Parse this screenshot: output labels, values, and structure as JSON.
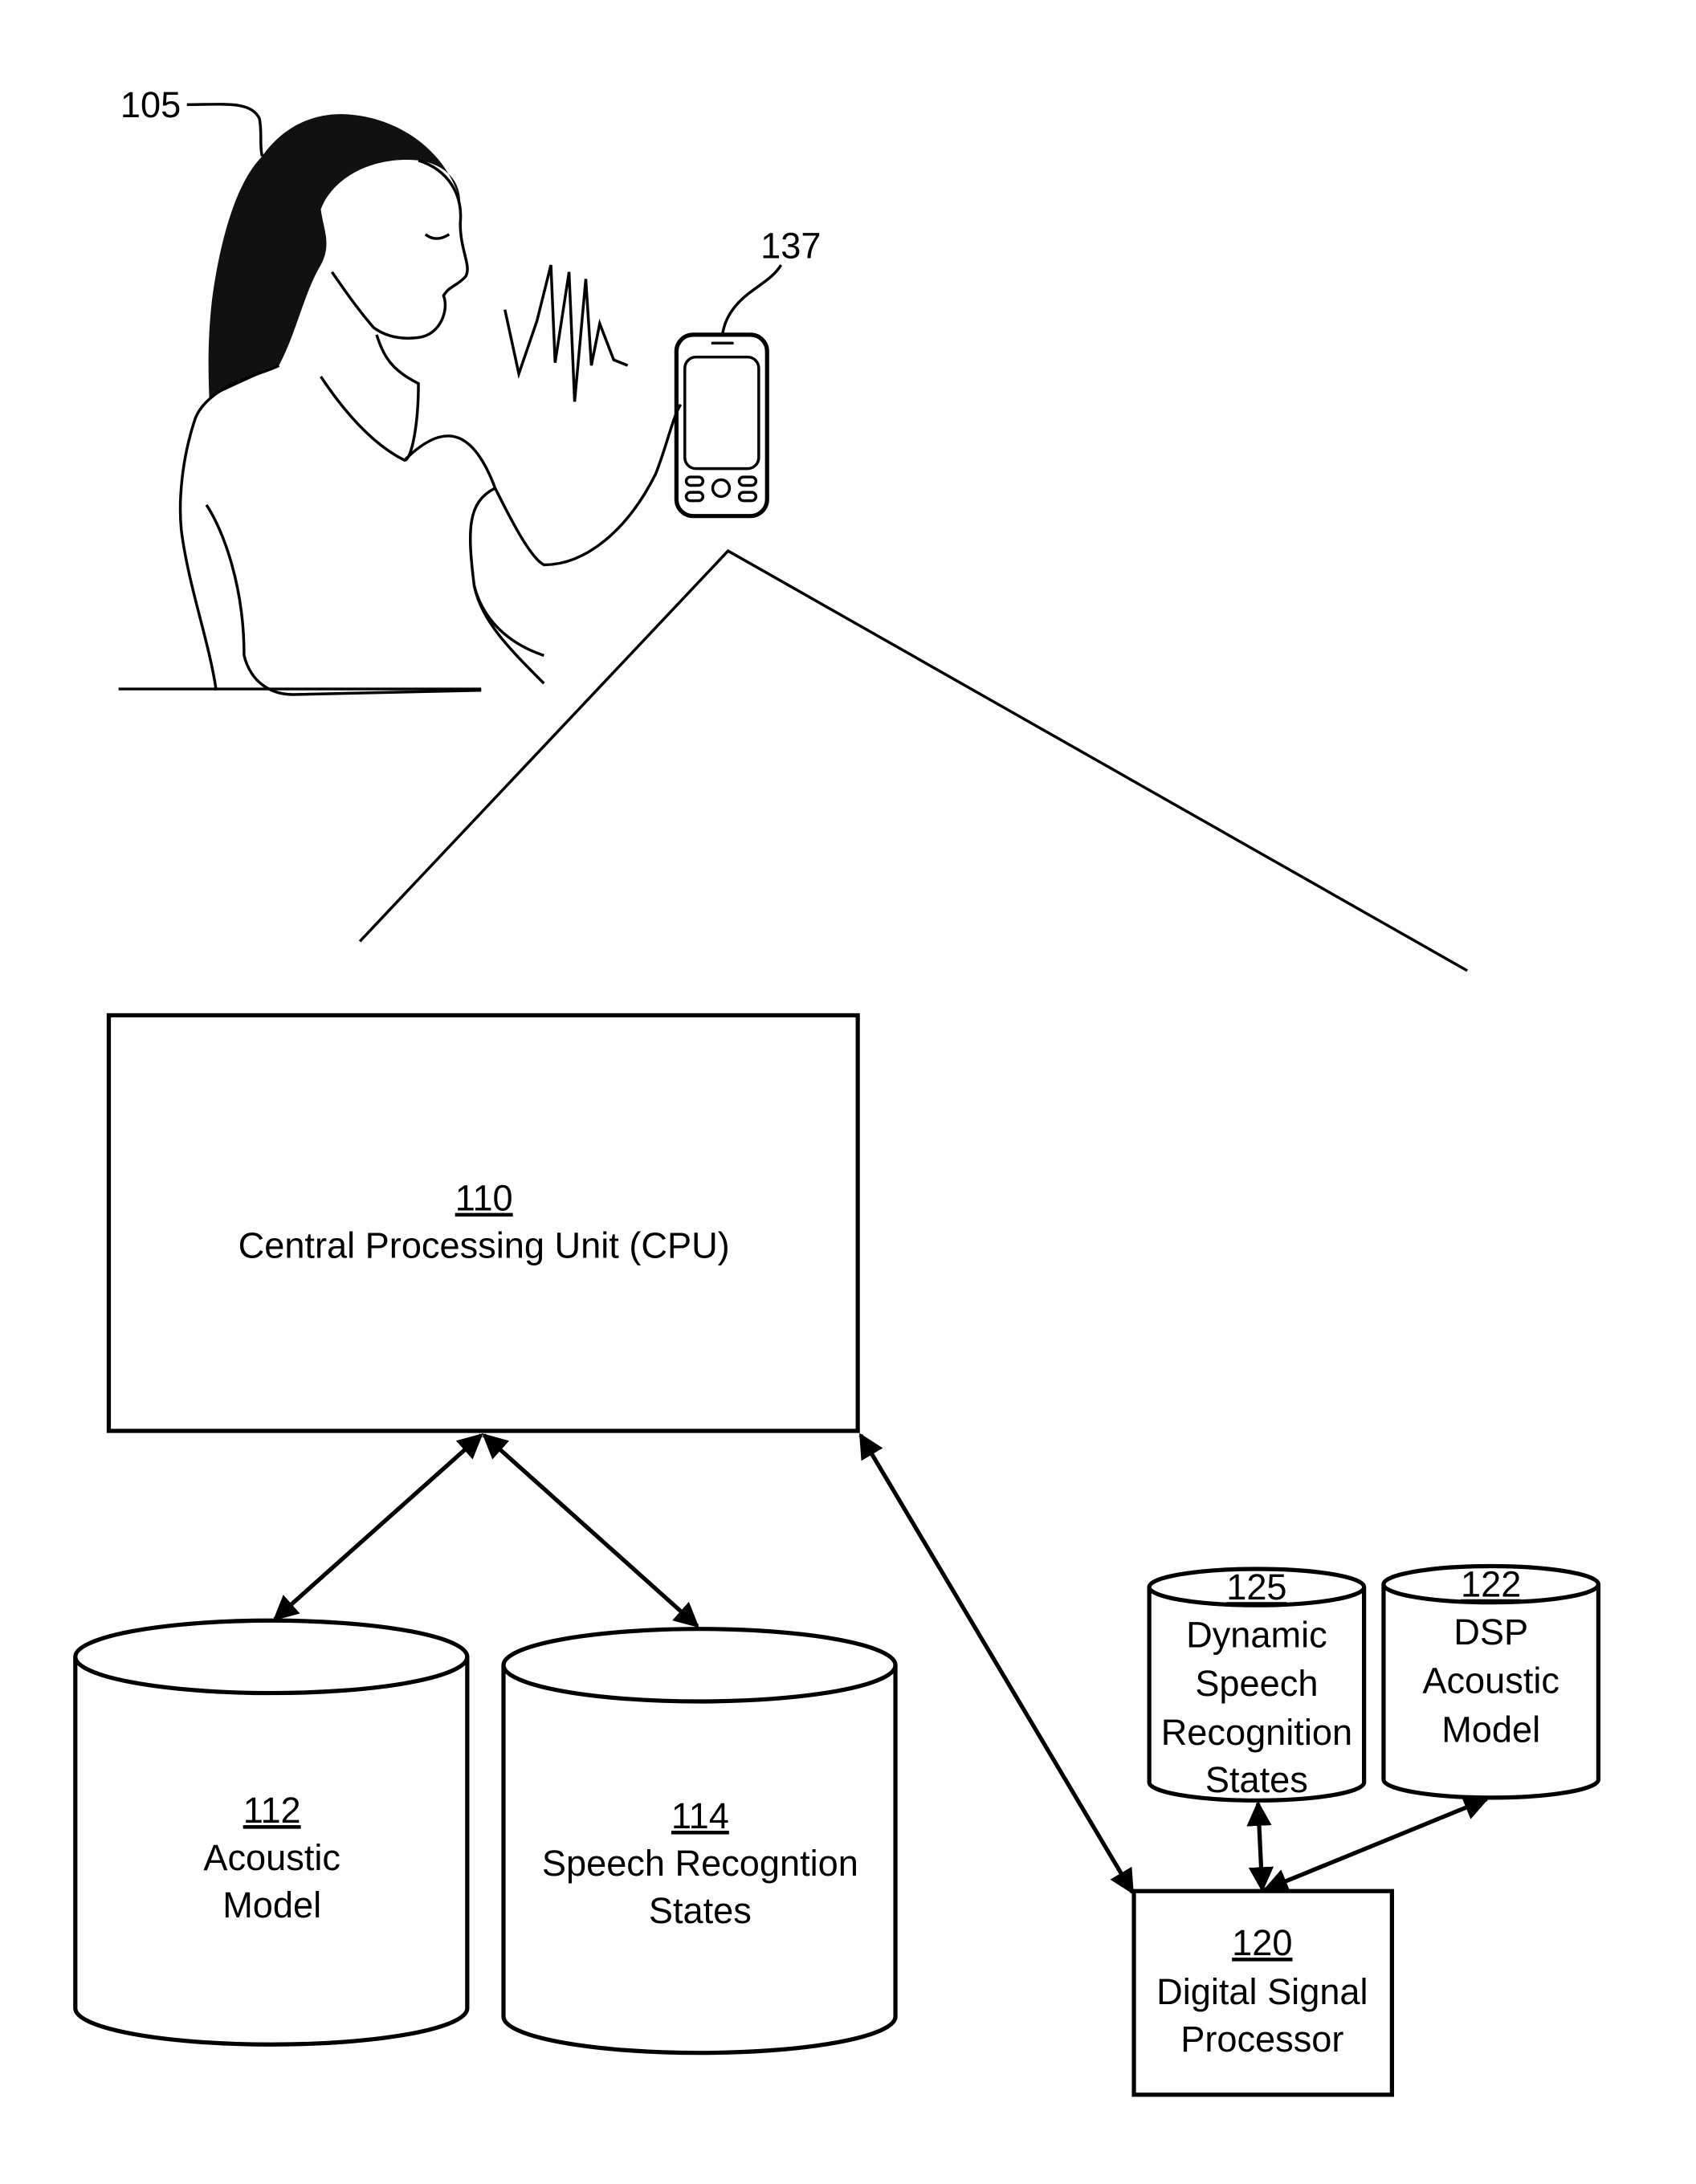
{
  "figure": {
    "person": {
      "ref": "105"
    },
    "phone": {
      "ref": "137"
    },
    "cpu": {
      "ref": "110",
      "label": "Central Processing Unit (CPU)"
    },
    "acoustic_model": {
      "ref": "112",
      "line1": "Acoustic",
      "line2": "Model"
    },
    "speech_states": {
      "ref": "114",
      "line1": "Speech Recogntion",
      "line2": "States"
    },
    "dynamic_states": {
      "ref": "125",
      "line1": "Dynamic",
      "line2": "Speech",
      "line3": "Recognition",
      "line4": "States"
    },
    "dsp_acoustic_model": {
      "ref": "122",
      "line1": "DSP",
      "line2": "Acoustic",
      "line3": "Model"
    },
    "dsp": {
      "ref": "120",
      "line1": "Digital Signal",
      "line2": "Processor"
    }
  }
}
